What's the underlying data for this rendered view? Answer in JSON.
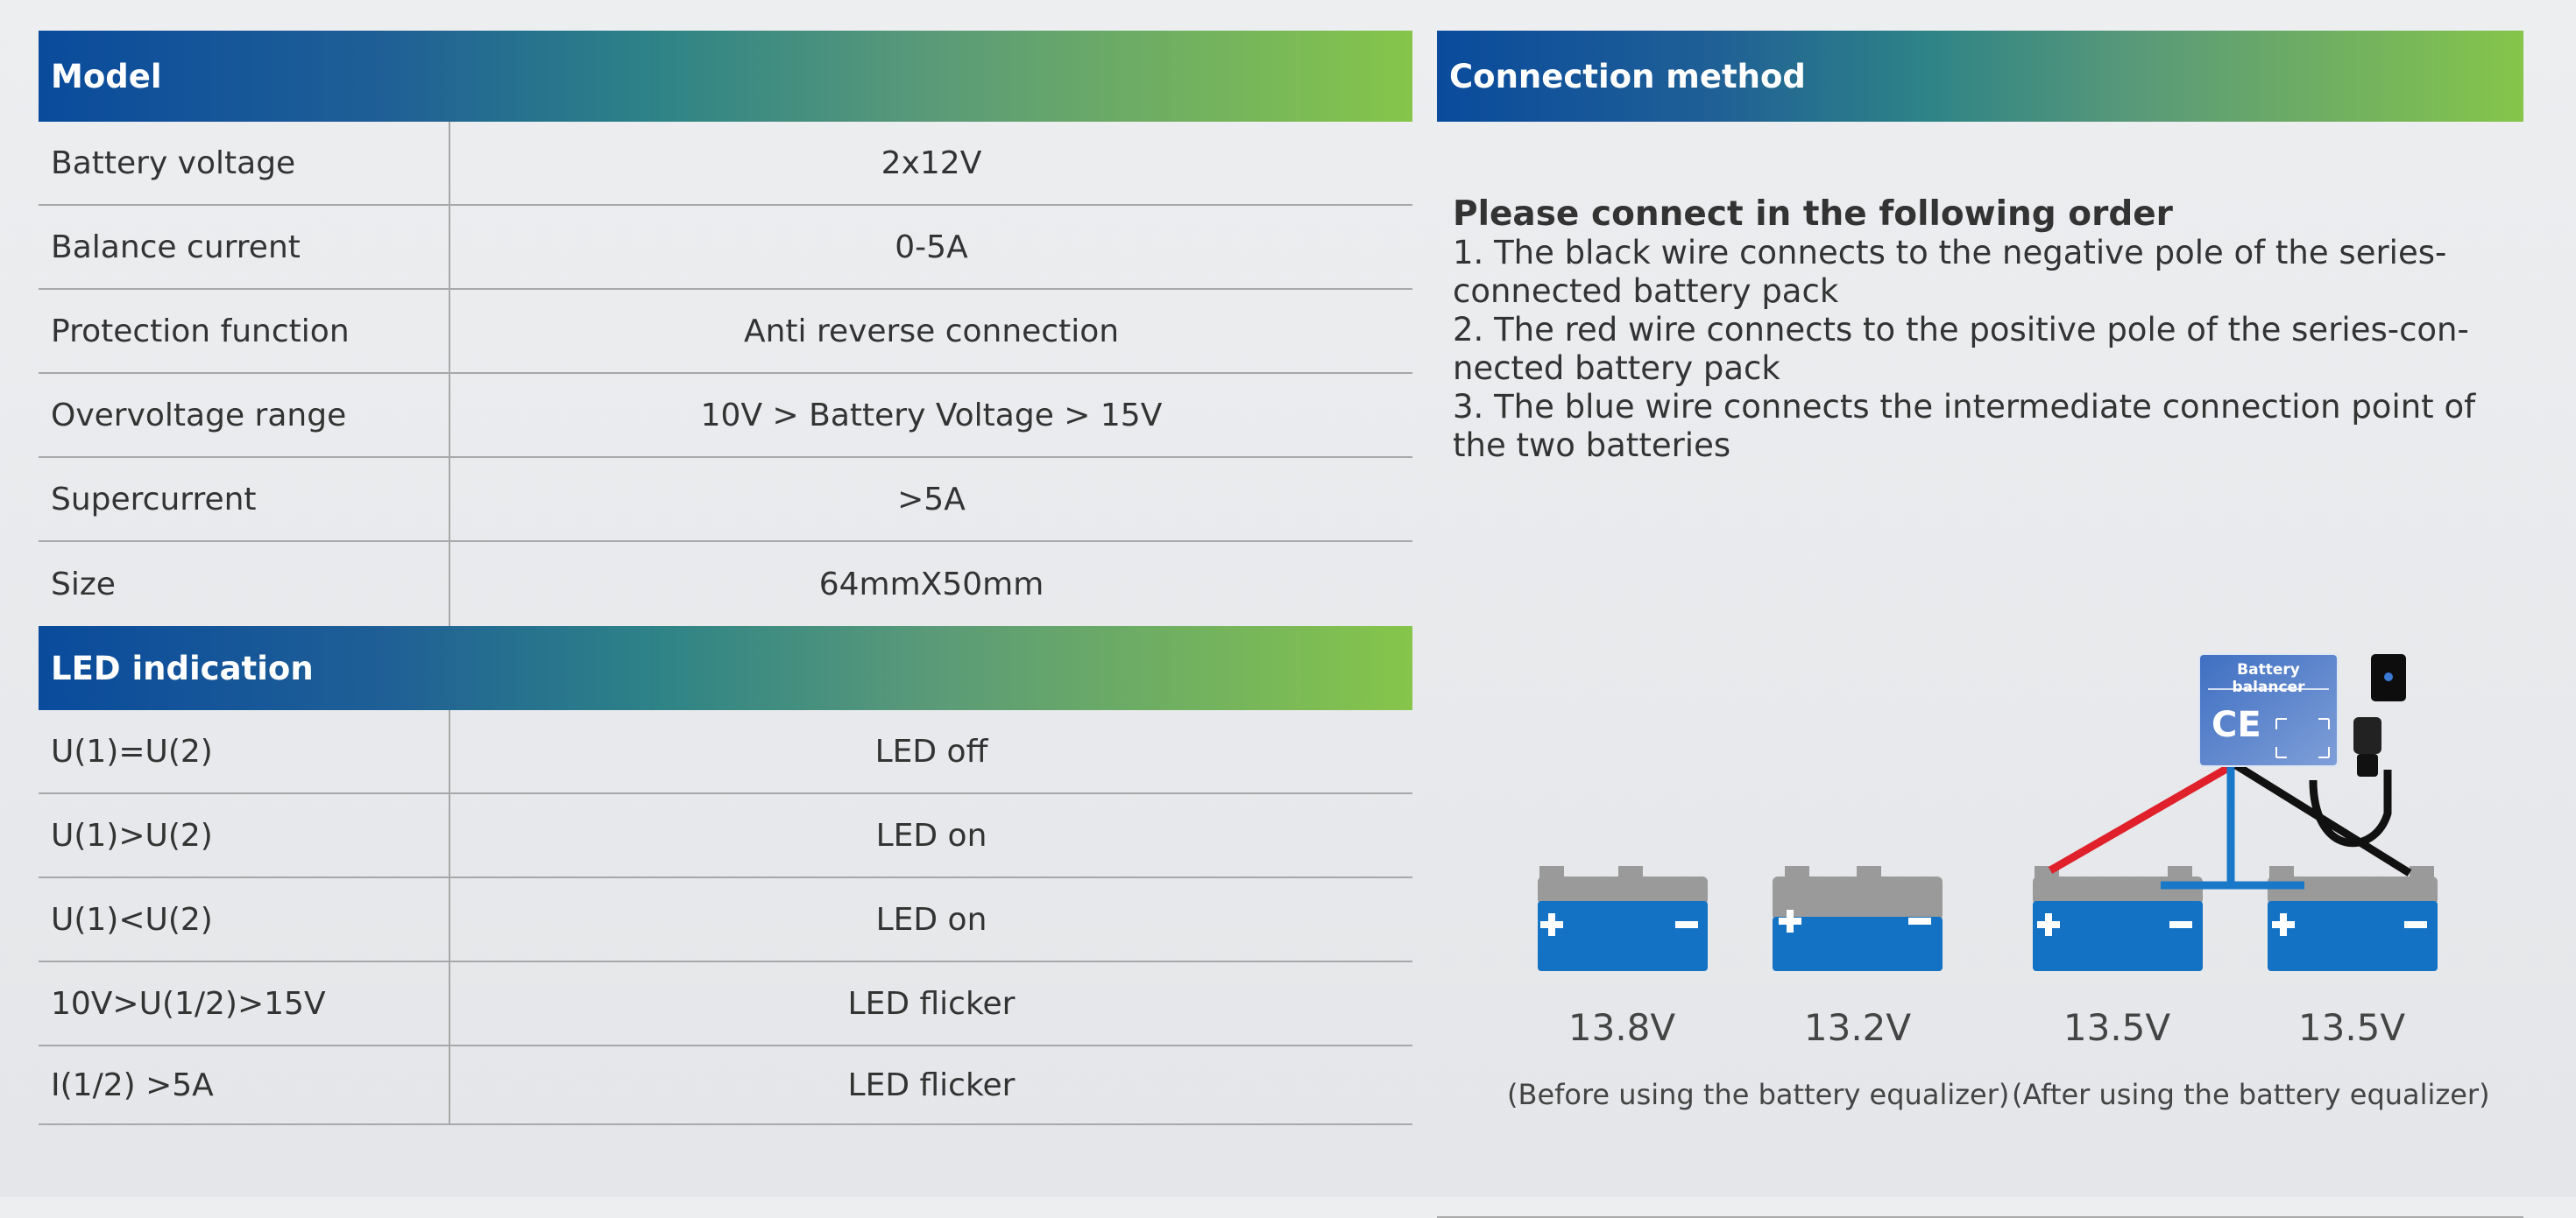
{
  "model": {
    "title": "Model",
    "rows": [
      {
        "label": "Battery voltage",
        "value": "2x12V"
      },
      {
        "label": "Balance current",
        "value": "0-5A"
      },
      {
        "label": "Protection function",
        "value": "Anti reverse connection"
      },
      {
        "label": "Overvoltage range",
        "value": "10V > Battery Voltage > 15V"
      },
      {
        "label": "Supercurrent",
        "value": ">5A"
      },
      {
        "label": "Size",
        "value": "64mmX50mm"
      }
    ]
  },
  "led": {
    "title": "LED indication",
    "rows": [
      {
        "label": "U(1)=U(2)",
        "value": "LED off"
      },
      {
        "label": "U(1)>U(2)",
        "value": "LED on"
      },
      {
        "label": "U(1)<U(2)",
        "value": "LED on"
      },
      {
        "label": "10V>U(1/2)>15V",
        "value": "LED flicker"
      },
      {
        "label": "I(1/2) >5A",
        "value": "LED flicker"
      }
    ]
  },
  "connection": {
    "title": "Connection method",
    "heading": "Please connect in the following order",
    "steps": [
      "1. The black wire connects to the negative pole of the series-connected battery pack",
      "2. The red wire connects to the positive pole of the series-con-nected battery pack",
      "3. The blue wire connects the intermediate connection point of the two batteries"
    ],
    "device_label": "Battery balancer",
    "device_mark": "CE",
    "voltages_before": [
      "13.8V",
      "13.2V"
    ],
    "voltages_after": [
      "13.5V",
      "13.5V"
    ],
    "caption_before": "(Before using the battery equalizer)",
    "caption_after": "(After using the battery equalizer)",
    "colors": {
      "battery_blue": "#1472c4",
      "battery_grey": "#9a9a9a",
      "wire_red": "#e0202a",
      "wire_blue": "#1a78c8",
      "wire_black": "#111111"
    }
  }
}
